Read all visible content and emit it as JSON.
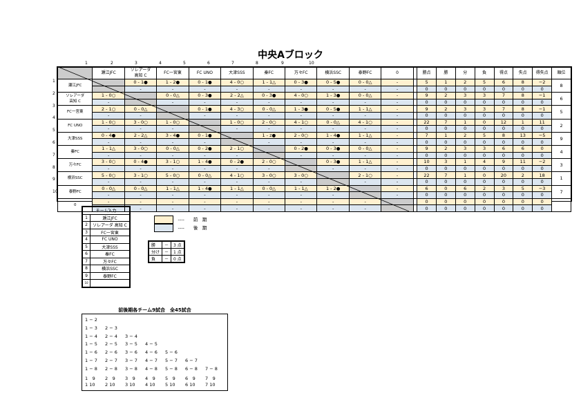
{
  "page_title": "中央Aブロック",
  "teams": [
    "瀬江JFC",
    "ソレアーダ 高知 C",
    "FC一宮東",
    "FC UNO",
    "大津SSS",
    "秦FC",
    "万々FC",
    "横浜SSC",
    "泰野FC",
    ""
  ],
  "team_labels_grid": [
    "瀬江JFC",
    "ソレアーダ\n高知 C",
    "FC一宮東",
    "FC UNO",
    "大津SSS",
    "秦FC",
    "万々FC",
    "横浜SSC",
    "泰野FC",
    "0"
  ],
  "team_labels_rows": [
    "瀬江JFC",
    "ソレアーダ\n高知 C",
    "FC一宮東",
    "FC UNO",
    "大津SSS",
    "秦FC",
    "万々FC",
    "横浜SSC",
    "泰野FC",
    "0"
  ],
  "col_numbers": [
    "1",
    "2",
    "3",
    "4",
    "5",
    "6",
    "7",
    "8",
    "9",
    "10"
  ],
  "stat_headers": [
    "勝点",
    "勝",
    "分",
    "負",
    "得点",
    "失点",
    "得失点",
    "順位"
  ],
  "standings": [
    {
      "a": [
        "5",
        "1",
        "2",
        "5",
        "6",
        "8",
        "−2"
      ],
      "b": [
        "0",
        "0",
        "0",
        "0",
        "0",
        "0",
        "0"
      ],
      "rank": "8"
    },
    {
      "a": [
        "9",
        "2",
        "3",
        "3",
        "7",
        "8",
        "−1"
      ],
      "b": [
        "0",
        "0",
        "0",
        "0",
        "0",
        "0",
        "0"
      ],
      "rank": "6"
    },
    {
      "a": [
        "9",
        "2",
        "3",
        "3",
        "7",
        "8",
        "−1"
      ],
      "b": [
        "0",
        "0",
        "0",
        "0",
        "0",
        "0",
        "0"
      ],
      "rank": "5"
    },
    {
      "a": [
        "22",
        "7",
        "1",
        "0",
        "12",
        "1",
        "11"
      ],
      "b": [
        "0",
        "0",
        "0",
        "0",
        "0",
        "0",
        "0"
      ],
      "rank": "2"
    },
    {
      "a": [
        "7",
        "1",
        "2",
        "5",
        "8",
        "13",
        "−5"
      ],
      "b": [
        "0",
        "0",
        "0",
        "0",
        "0",
        "0",
        "0"
      ],
      "rank": "9"
    },
    {
      "a": [
        "9",
        "2",
        "3",
        "3",
        "6",
        "6",
        "0"
      ],
      "b": [
        "0",
        "0",
        "0",
        "0",
        "0",
        "0",
        "0"
      ],
      "rank": "4"
    },
    {
      "a": [
        "10",
        "3",
        "1",
        "4",
        "9",
        "11",
        "−2"
      ],
      "b": [
        "0",
        "0",
        "0",
        "0",
        "0",
        "0",
        "0"
      ],
      "rank": "3"
    },
    {
      "a": [
        "22",
        "7",
        "1",
        "0",
        "20",
        "2",
        "18"
      ],
      "b": [
        "0",
        "0",
        "0",
        "0",
        "0",
        "0",
        "0"
      ],
      "rank": "1"
    },
    {
      "a": [
        "6",
        "0",
        "6",
        "2",
        "3",
        "5",
        "−3"
      ],
      "b": [
        "0",
        "0",
        "0",
        "0",
        "0",
        "0",
        "0"
      ],
      "rank": "7"
    },
    {
      "a": [
        "0",
        "0",
        "0",
        "0",
        "0",
        "0",
        "0"
      ],
      "b": [
        "0",
        "0",
        "0",
        "0",
        "0",
        "0",
        "0"
      ],
      "rank": ""
    }
  ],
  "grid_upper": [
    [
      "",
      "0 - 1●",
      "1 - 2●",
      "0 - 1●",
      "4 - 0○",
      "1 - 1△",
      "0 - 3●",
      "0 - 5●",
      "0 - 0△",
      "-"
    ],
    [
      "",
      "",
      "0 - 0△",
      "0 - 3●",
      "2 - 2△",
      "0 - 3●",
      "4 - 0○",
      "1 - 3●",
      "0 - 0△",
      "-"
    ],
    [
      "",
      "",
      "",
      "0 - 1●",
      "4 - 3○",
      "0 - 0△",
      "1 - 3●",
      "0 - 5●",
      "1 - 1△",
      "-"
    ],
    [
      "",
      "",
      "",
      "",
      "1 - 0○",
      "2 - 0○",
      "4 - 1○",
      "0 - 0△",
      "4 - 1○",
      "-"
    ],
    [
      "",
      "",
      "",
      "",
      "",
      "1 - z●",
      "2 - 0○",
      "1 - 4●",
      "1 - 1△",
      "-"
    ],
    [
      "",
      "",
      "",
      "",
      "",
      "",
      "0 - 2●",
      "0 - 3●",
      "0 - 0△",
      "-"
    ],
    [
      "",
      "",
      "",
      "",
      "",
      "",
      "",
      "0 - 3●",
      "1 - 1△",
      "-"
    ],
    [
      "",
      "",
      "",
      "",
      "",
      "",
      "",
      "",
      "2 - 1○",
      "-"
    ],
    [
      "",
      "",
      "",
      "",
      "",
      "",
      "",
      "",
      "",
      "-"
    ],
    [
      "",
      "",
      "",
      "",
      "",
      "",
      "",
      "",
      "",
      ""
    ]
  ],
  "grid_lower": [
    [
      "",
      "",
      "",
      "",
      "",
      "",
      "",
      "",
      "",
      ""
    ],
    [
      "1 - 0○",
      "",
      "",
      "",
      "",
      "",
      "",
      "",
      "",
      ""
    ],
    [
      "2 - 1○",
      "0 - 0△",
      "",
      "",
      "",
      "",
      "",
      "",
      "",
      ""
    ],
    [
      "1 - 0○",
      "3 - 0○",
      "1 - 0○",
      "",
      "",
      "",
      "",
      "",
      "",
      ""
    ],
    [
      "0 - 4●",
      "2 - 2△",
      "3 - 4●",
      "0 - 1●",
      "",
      "",
      "",
      "",
      "",
      ""
    ],
    [
      "1 - 1△",
      "3 - 0○",
      "0 - 0△",
      "0 - 2●",
      "2 - 1○",
      "",
      "",
      "",
      "",
      ""
    ],
    [
      "3 - 0○",
      "0 - 4●",
      "3 - 1○",
      "1 - 4●",
      "0 - 2●",
      "2 - 0○",
      "",
      "",
      "",
      ""
    ],
    [
      "5 - 0○",
      "3 - 1○",
      "5 - 0○",
      "0 - 0△",
      "4 - 1○",
      "3 - 0○",
      "3 - 0○",
      "",
      "",
      ""
    ],
    [
      "0 - 0△",
      "0 - 0△",
      "1 - 1△",
      "1 - 4●",
      "1 - 1△",
      "0 - 0△",
      "1 - 1△",
      "1 - 2●",
      "",
      ""
    ],
    [
      "-",
      "-",
      "-",
      "-",
      "-",
      "-",
      "-",
      "-",
      "-",
      ""
    ]
  ],
  "team_input": {
    "header": "チーム入力",
    "numbers": [
      "1",
      "2",
      "3",
      "4",
      "5",
      "6",
      "7",
      "8",
      "9",
      "10"
    ]
  },
  "legend": {
    "first": "前　期",
    "second": "後　期",
    "dash": "----"
  },
  "points": [
    {
      "k": "勝",
      "v": "3 点"
    },
    {
      "k": "分け",
      "v": "1 点"
    },
    {
      "k": "負",
      "v": "0 点"
    }
  ],
  "points_dash": "－",
  "schedule": {
    "title": "前後期各チーム9試合　全45試合",
    "rows": [
      [
        "1 − 2"
      ],
      [
        "1 − 3",
        "2 − 3"
      ],
      [
        "1 − 4",
        "2 − 4",
        "3 − 4"
      ],
      [
        "1 − 5",
        "2 − 5",
        "3 − 5",
        "4 − 5"
      ],
      [
        "1 − 6",
        "2 − 6",
        "3 − 6",
        "4 − 6",
        "5 − 6"
      ],
      [
        "1 − 7",
        "2 − 7",
        "3 − 7",
        "4 − 7",
        "5 − 7",
        "6 − 7"
      ],
      [
        "1 − 8",
        "2 − 8",
        "3 − 8",
        "4 − 8",
        "5 − 8",
        "6 − 8",
        "7 − 8"
      ],
      [
        "1　9",
        "2　9",
        "3　9",
        "4　9",
        "5　9",
        "6　9",
        "7　9"
      ],
      [
        "1 10",
        "2 10",
        "3 10",
        "4 10",
        "5 10",
        "6 10",
        "7 10"
      ]
    ]
  },
  "colors": {
    "first_half": "#fff1d0",
    "second_half": "#dce6f0",
    "diagonal": "#cccccc"
  }
}
